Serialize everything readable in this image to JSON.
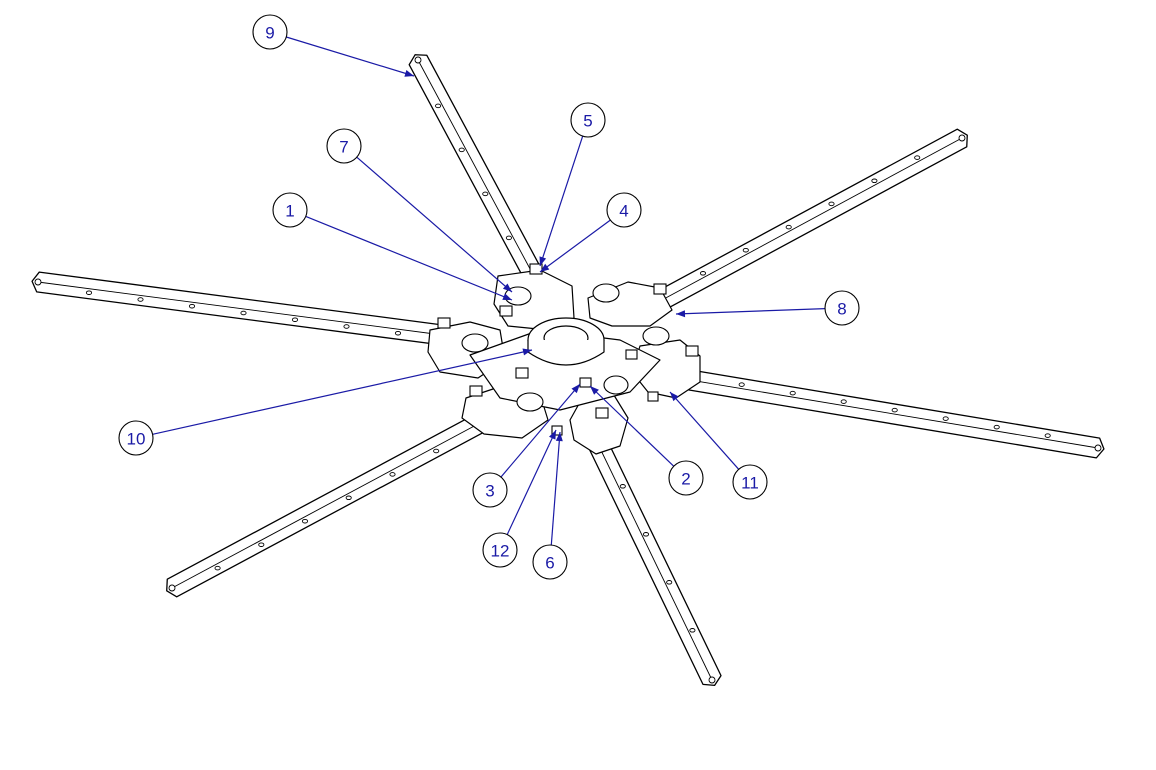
{
  "balloons": [
    {
      "label": "1"
    },
    {
      "label": "2"
    },
    {
      "label": "3"
    },
    {
      "label": "4"
    },
    {
      "label": "5"
    },
    {
      "label": "6"
    },
    {
      "label": "7"
    },
    {
      "label": "8"
    },
    {
      "label": "9"
    },
    {
      "label": "10"
    },
    {
      "label": "11"
    },
    {
      "label": "12"
    }
  ],
  "colors": {
    "leader": "#1a1aa6",
    "line": "#000000",
    "background": "#ffffff"
  }
}
